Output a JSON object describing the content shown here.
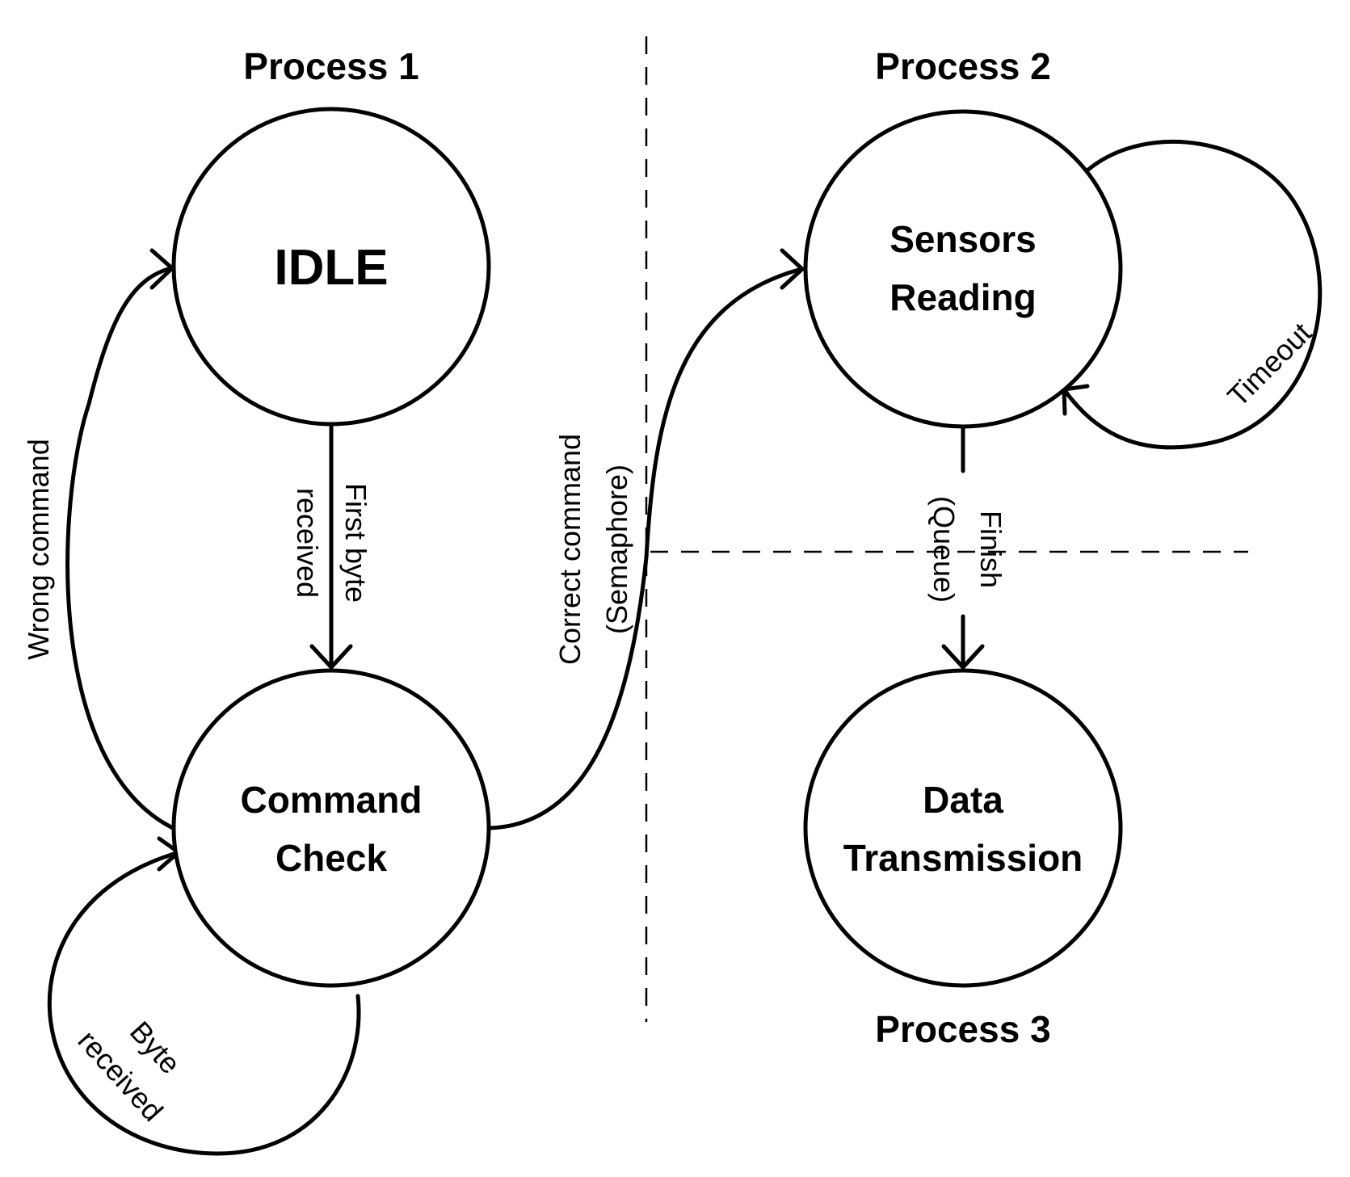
{
  "processes": {
    "p1": "Process 1",
    "p2": "Process 2",
    "p3": "Process 3"
  },
  "states": {
    "idle": [
      "IDLE"
    ],
    "command_check": [
      "Command",
      "Check"
    ],
    "sensors_reading": [
      "Sensors",
      "Reading"
    ],
    "data_transmission": [
      "Data",
      "Transmission"
    ]
  },
  "transitions": {
    "first_byte": [
      "First byte",
      "received"
    ],
    "wrong_command": [
      "Wrong command"
    ],
    "correct_command": [
      "Correct command",
      "(Semaphore)"
    ],
    "byte_received": [
      "Byte",
      "received"
    ],
    "timeout": [
      "Timeout"
    ],
    "finish": [
      "Finish",
      "(Queue)"
    ]
  }
}
